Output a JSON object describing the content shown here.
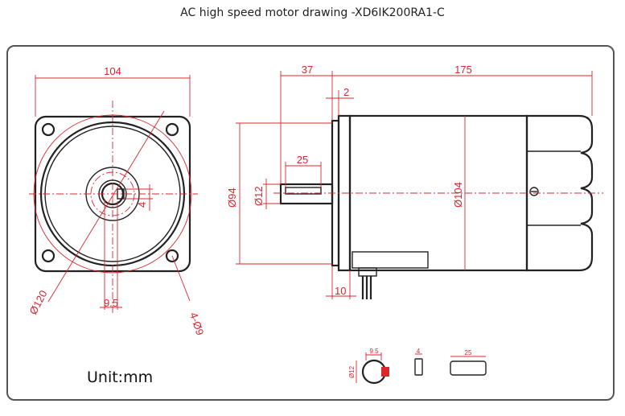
{
  "title": "AC high speed motor drawing -XD6IK200RA1-C",
  "unit_label": "Unit:mm",
  "colors": {
    "dimension": "#d9272e",
    "outline": "#222222",
    "frame": "#555555"
  },
  "dimensions": {
    "flange_width": "104",
    "pilot_circle": "Ø120",
    "key_offset": "9.5",
    "key_height": "4",
    "mounting_holes": "4-Ø9",
    "shaft_protrusion": "37",
    "motor_length": "175",
    "flange_gap": "2",
    "key_length": "25",
    "pilot_diameter": "Ø94",
    "shaft_diameter": "Ø12",
    "body_diameter": "Ø104",
    "flange_thickness": "10",
    "detail_key_offset": "9.5",
    "detail_shaft": "Ø12",
    "detail_key_height": "4",
    "detail_key_length": "25"
  }
}
